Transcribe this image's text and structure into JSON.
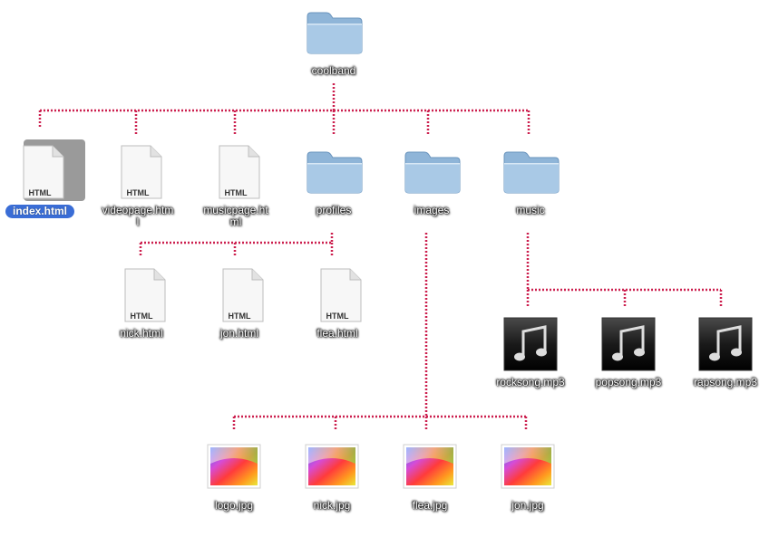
{
  "colors": {
    "connector": "#cc1f4e",
    "folder_top": "#bcd6ec",
    "folder_bottom": "#7ea8ce",
    "selection_label": "#3a6dd6",
    "selection_bg": "#9a9a9a"
  },
  "root": {
    "label": "coolband",
    "icon": "folder-icon"
  },
  "level1": [
    {
      "label": "index.html",
      "icon": "html-file-icon",
      "badge": "HTML",
      "selected": true
    },
    {
      "label": "videopage.html",
      "icon": "html-file-icon",
      "badge": "HTML"
    },
    {
      "label": "musicpage.html",
      "icon": "html-file-icon",
      "badge": "HTML"
    },
    {
      "label": "profiles",
      "icon": "folder-icon"
    },
    {
      "label": "images",
      "icon": "folder-icon"
    },
    {
      "label": "music",
      "icon": "folder-icon"
    }
  ],
  "profiles": [
    {
      "label": "nick.html",
      "icon": "html-file-icon",
      "badge": "HTML"
    },
    {
      "label": "jon.html",
      "icon": "html-file-icon",
      "badge": "HTML"
    },
    {
      "label": "flea.html",
      "icon": "html-file-icon",
      "badge": "HTML"
    }
  ],
  "music": [
    {
      "label": "rocksong.mp3",
      "icon": "music-file-icon"
    },
    {
      "label": "popsong.mp3",
      "icon": "music-file-icon"
    },
    {
      "label": "rapsong.mp3",
      "icon": "music-file-icon"
    }
  ],
  "images": [
    {
      "label": "logo.jpg",
      "icon": "image-file-icon"
    },
    {
      "label": "nick.jpg",
      "icon": "image-file-icon"
    },
    {
      "label": "flea.jpg",
      "icon": "image-file-icon"
    },
    {
      "label": "jon.jpg",
      "icon": "image-file-icon"
    }
  ]
}
